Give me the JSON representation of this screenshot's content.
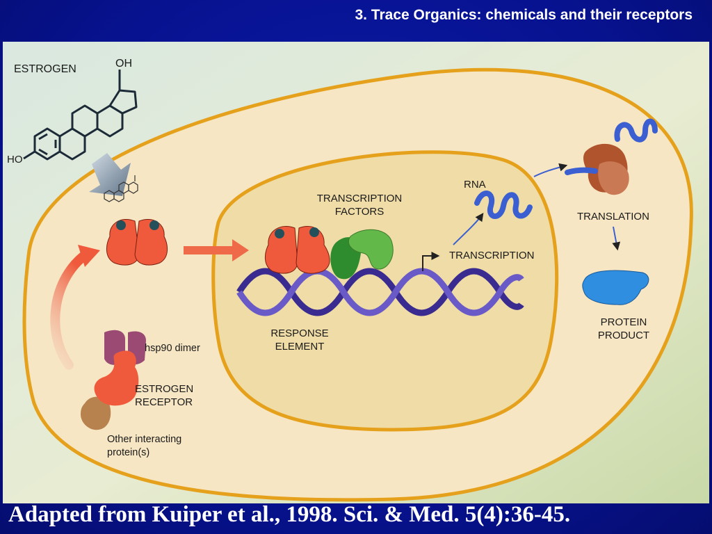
{
  "slide": {
    "title": "3. Trace Organics: chemicals and their receptors",
    "caption": "Adapted from Kuiper et al., 1998. Sci. & Med. 5(4):36-45."
  },
  "labels": {
    "estrogen": "ESTROGEN",
    "oh": "OH",
    "ho": "HO",
    "transcription_factors": "TRANSCRIPTION\nFACTORS",
    "rna": "RNA",
    "transcription": "TRANSCRIPTION",
    "translation": "TRANSLATION",
    "response_element": "RESPONSE\nELEMENT",
    "protein_product": "PROTEIN\nPRODUCT",
    "hsp90": "hsp90 dimer",
    "estrogen_receptor": "ESTROGEN\nRECEPTOR",
    "other_proteins": "Other interacting\nprotein(s)"
  },
  "colors": {
    "slide_bg": "#07148a",
    "cell_fill": "#f7e6c4",
    "cell_border": "#e5a11c",
    "nucleus_fill": "#efdca6",
    "receptor": "#ef5a3c",
    "hsp90": "#9b4b73",
    "interacting_protein": "#b8824e",
    "transcription_factor_dark": "#2e8b2e",
    "transcription_factor_light": "#63b84a",
    "dna": "#4b3aa0",
    "rna": "#3b5fd0",
    "ribosome": "#a9522f",
    "protein_product": "#2f8ee0",
    "arrow": "#ef6a48"
  },
  "icons": [
    "estrogen-molecule",
    "small-estrogen-molecule",
    "block-arrow-down"
  ]
}
